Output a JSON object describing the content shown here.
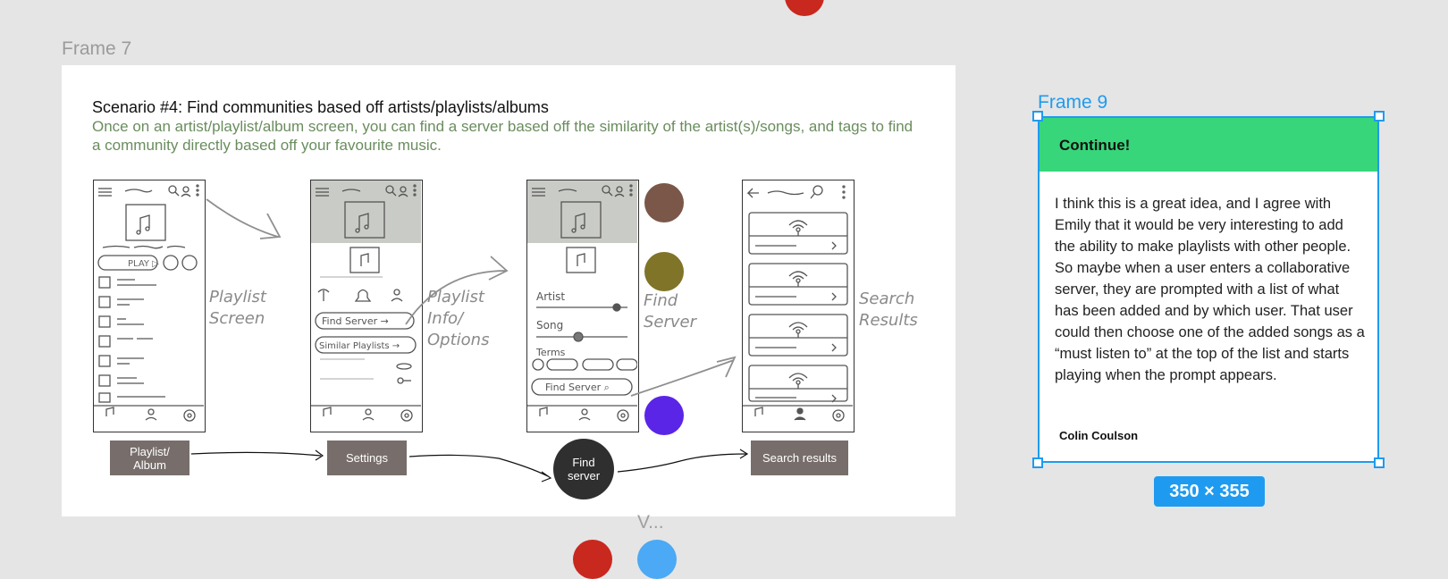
{
  "frames": {
    "frame7_label": "Frame 7",
    "frame9_label": "Frame 9",
    "bottom_label": "V...",
    "size_badge": "350 × 355"
  },
  "scenario": {
    "title": "Scenario #4: Find communities based off artists/playlists/albums",
    "description": "Once on an artist/playlist/album screen, you can find a server based off the similarity of the artist(s)/songs, and tags to find a community directly based off your favourite music."
  },
  "sketch": {
    "labels": {
      "playlist_screen": [
        "Playlist",
        "Screen"
      ],
      "playlist_info": [
        "Playlist",
        "Info/",
        "Options"
      ],
      "find_server": [
        "Find",
        "Server"
      ],
      "search_results": [
        "Search",
        "Results"
      ]
    },
    "phone1": {
      "play": "PLAY ▷"
    },
    "phone2": {
      "find_server_btn": "Find Server →",
      "similar_btn": "Similar Playlists →"
    },
    "phone3": {
      "artist": "Artist",
      "song": "Song",
      "terms": "Terms",
      "find_server_btn": "Find Server ⌕"
    }
  },
  "flow": {
    "box1": [
      "Playlist/",
      "Album"
    ],
    "box2": "Settings",
    "circle": [
      "Find",
      "server"
    ],
    "box4": "Search results"
  },
  "comment": {
    "header": "Continue!",
    "body": "I think this is a great idea, and I agree with Emily that it would be very interesting to add the ability to make playlists with other people. So maybe when a user enters a collaborative server, they are prompted with a list of what has been added and by which user. That user could then choose one of the added songs as a “must listen to” at the top of the list and starts playing when the prompt appears.",
    "author": "Colin Coulson"
  },
  "colors": {
    "accent": "#1e9bf0",
    "comment_header": "#37d67a",
    "flow_box": "#776e6b",
    "dot_brown": "#7a5748",
    "dot_olive": "#7f7428",
    "dot_purple": "#5a25e6",
    "cursor_red": "#c8281e",
    "cursor_blue": "#4ba9f5"
  }
}
